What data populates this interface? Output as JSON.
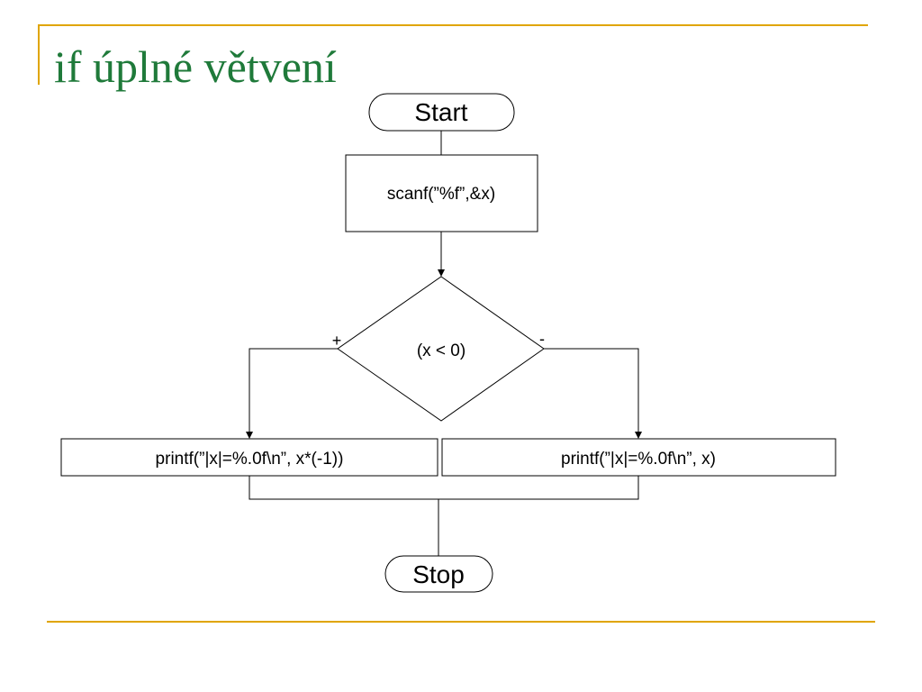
{
  "slide": {
    "title": "if úplné větvení"
  },
  "flowchart": {
    "start": "Start",
    "input": "scanf(”%f”,&x)",
    "condition": "(x < 0)",
    "true_branch_label": "+",
    "false_branch_label": "-",
    "true_action": "printf(”|x|=%.0f\\n”, x*(-1))",
    "false_action": "printf(”|x|=%.0f\\n”, x)",
    "stop": "Stop"
  },
  "colors": {
    "title": "#1f7a3a",
    "accent_rule": "#e0a500",
    "lines": "#000000"
  }
}
